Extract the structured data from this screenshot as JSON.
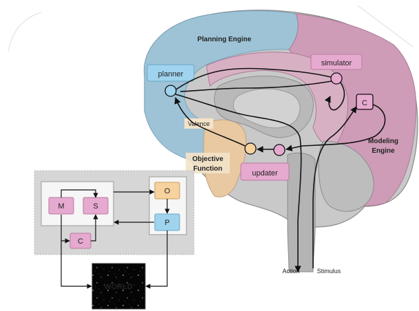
{
  "labels": {
    "planning_engine": "Planning Engine",
    "modeling_engine_1": "Modeling",
    "modeling_engine_2": "Engine",
    "objective_function_1": "Objective",
    "objective_function_2": "Function",
    "planner": "planner",
    "simulator": "simulator",
    "updater": "updater",
    "valence": "Valence",
    "c_module": "C",
    "action": "Action",
    "stimulus": "Stimulus"
  },
  "schematic": {
    "m": "M",
    "s": "S",
    "c": "C",
    "o": "O",
    "p": "P",
    "world": "WORLD"
  },
  "colors": {
    "planning": "#9ec3d6",
    "modeling": "#cf9cb8",
    "objective": "#e8c9a2",
    "planner_node": "#9fd3ee",
    "pink_node": "#e6a9cf",
    "orange_node": "#f7d29e",
    "brain_gray": "#c9c9c9"
  }
}
